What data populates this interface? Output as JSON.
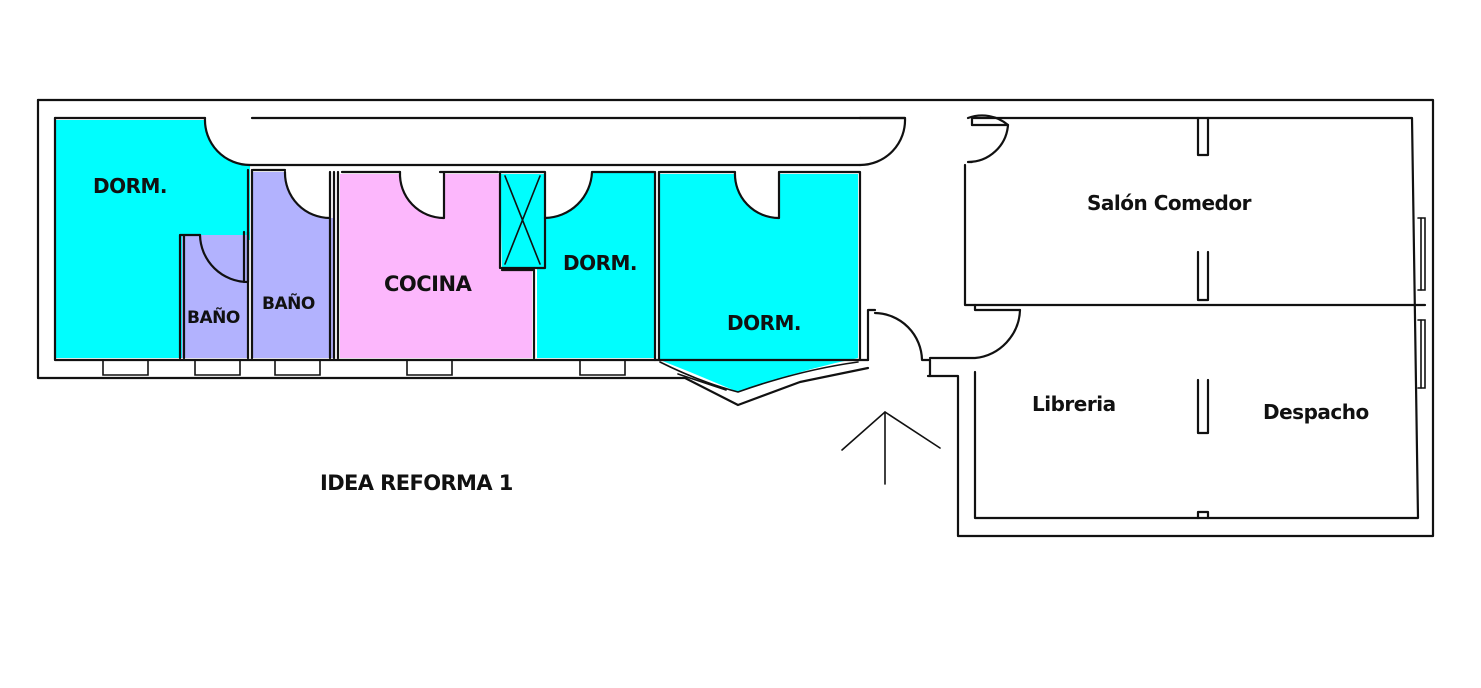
{
  "colors": {
    "dorm": "#00fefe",
    "bano": "#b2b2fe",
    "cocina": "#fcb7fc",
    "wall": "#111111",
    "background": "#ffffff"
  },
  "rooms": {
    "dorm_1": "DORM.",
    "bano_1": "BAÑO",
    "bano_2": "BAÑO",
    "cocina": "COCINA",
    "dorm_2": "DORM.",
    "dorm_3": "DORM.",
    "salon_comedor": "Salón Comedor",
    "libreria": "Libreria",
    "despacho": "Despacho"
  },
  "plan_title": "IDEA REFORMA 1"
}
